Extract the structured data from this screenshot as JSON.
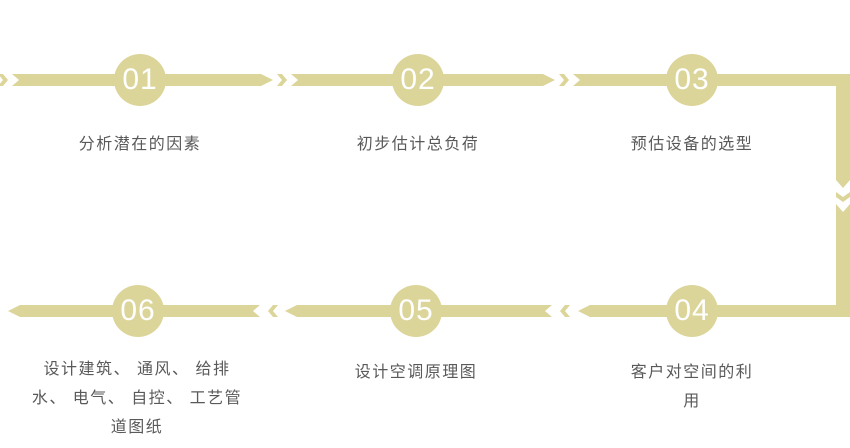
{
  "colors": {
    "accent": "#dcd59a",
    "label_text": "#595959",
    "step_number_text": "#ffffff"
  },
  "steps": [
    {
      "number": "01",
      "label": "分析潜在的因素",
      "lines": [
        "分析潜在的因素"
      ]
    },
    {
      "number": "02",
      "label": "初步估计总负荷",
      "lines": [
        "初步估计总负荷"
      ]
    },
    {
      "number": "03",
      "label": "预估设备的选型",
      "lines": [
        "预估设备的选型"
      ]
    },
    {
      "number": "04",
      "label": "客户对空间的利用",
      "lines": [
        "客户对空间的利",
        "用"
      ]
    },
    {
      "number": "05",
      "label": "设计空调原理图",
      "lines": [
        "设计空调原理图"
      ]
    },
    {
      "number": "06",
      "label": "设计建筑、通风、给排水、电气、自控、工艺管道图纸",
      "lines": [
        "设计建筑、 通风、 给排",
        "水、 电气、 自控、 工艺管",
        "道图纸"
      ]
    }
  ]
}
